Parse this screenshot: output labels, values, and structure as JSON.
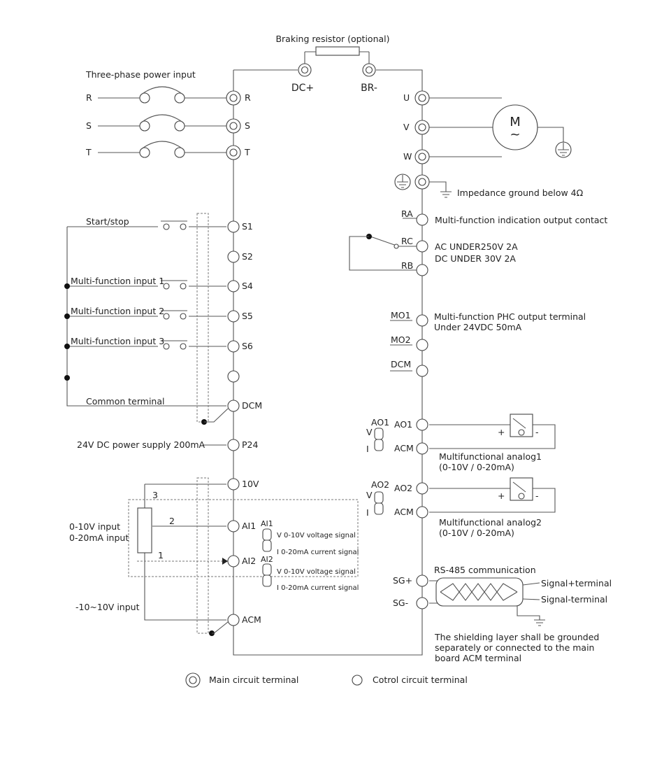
{
  "labels": {
    "braking_resistor": "Braking resistor (optional)",
    "dc_plus": "DC+",
    "br_minus": "BR-",
    "three_phase_input": "Three-phase power input",
    "phase_r": "R",
    "phase_s": "S",
    "phase_t": "T",
    "term_r": "R",
    "term_s": "S",
    "term_t": "T",
    "out_u": "U",
    "out_v": "V",
    "out_w": "W",
    "motor_symbol": "M",
    "motor_tilde": "~",
    "impedance_ground": "Impedance ground below 4Ω",
    "start_stop": "Start/stop",
    "s1": "S1",
    "s2": "S2",
    "s4": "S4",
    "s5": "S5",
    "s6": "S6",
    "dcm": "DCM",
    "mf_input_1": "Multi-function input 1",
    "mf_input_2": "Multi-function input 2",
    "mf_input_3": "Multi-function input 3",
    "common_terminal": "Common terminal",
    "p24": "P24",
    "supply_24v": "24V DC power supply 200mA",
    "ten_v": "10V",
    "ai1": "AI1",
    "ai2": "AI2",
    "acm": "ACM",
    "wire_3": "3",
    "wire_2": "2",
    "wire_1": "1",
    "input_0_10v": "0-10V input",
    "input_0_20ma": "0-20mA input",
    "input_pm10v": "-10~10V input",
    "ai1_sel": "AI1",
    "ai2_sel": "AI2",
    "ai1_v": "V 0-10V voltage signal",
    "ai1_i": "I 0-20mA current signal",
    "ai2_v": "V 0-10V voltage signal",
    "ai2_i": "I 0-20mA current signal",
    "ra": "RA",
    "rc": "RC",
    "rb": "RB",
    "relay_desc": "Multi-function indication output contact",
    "relay_ac": "AC UNDER250V  2A",
    "relay_dc": "DC UNDER 30V  2A",
    "mo1": "MO1",
    "mo2": "MO2",
    "dcm_right": "DCM",
    "phc_desc": "Multi-function PHC output terminal",
    "phc_rating": "Under 24VDC 50mA",
    "ao1_sel": "AO1",
    "ao1": "AO1",
    "acm_1": "ACM",
    "ao_v_1": "V",
    "ao_i_1": "I",
    "ao1_desc": "Multifunctional analog1",
    "ao1_range": "(0-10V / 0-20mA)",
    "ao2_sel": "AO2",
    "ao2": "AO2",
    "acm_2": "ACM",
    "ao_v_2": "V",
    "ao_i_2": "I",
    "ao2_desc": "Multifunctional analog2",
    "ao2_range": "(0-10V / 0-20mA)",
    "rs485": "RS-485 communication",
    "sg_plus": "SG+",
    "sg_minus": "SG-",
    "signal_plus": "Signal+terminal",
    "signal_minus": "Signal-terminal",
    "shield_note_1": "The shielding layer shall be grounded",
    "shield_note_2": "separately or connected to the main",
    "shield_note_3": "board ACM terminal",
    "legend_main": "Main circuit terminal",
    "legend_control": "Cotrol circuit terminal"
  }
}
